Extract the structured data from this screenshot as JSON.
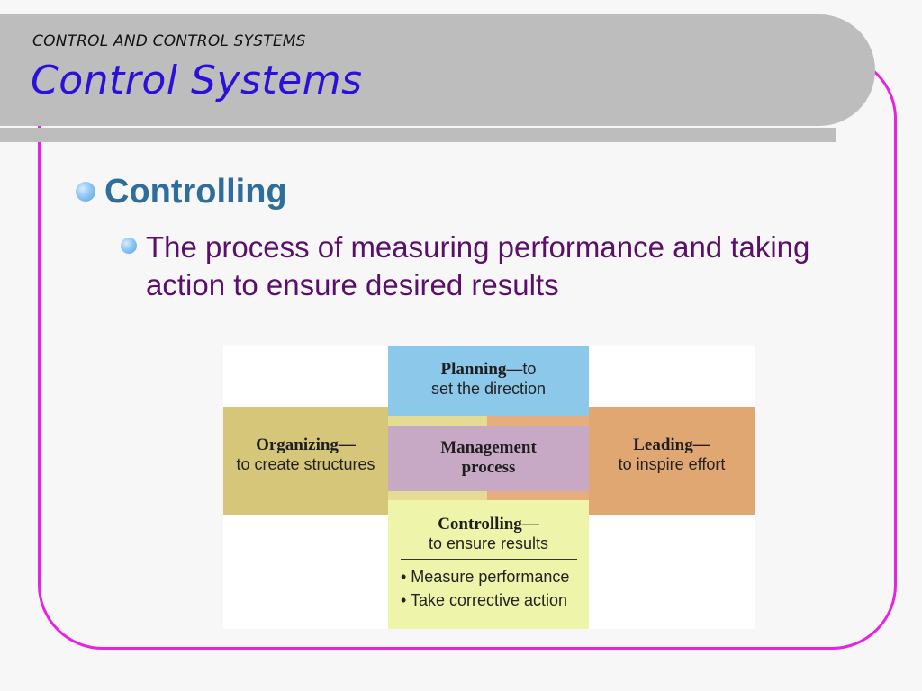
{
  "header": {
    "section_label": "CONTROL AND CONTROL SYSTEMS",
    "title": "Control Systems"
  },
  "bullets": [
    {
      "text": "Controlling"
    },
    {
      "text": "The process of measuring performance and taking action to ensure desired results"
    }
  ],
  "diagram": {
    "planning": {
      "head": "Planning",
      "sub": "—to",
      "line2": "set the direction"
    },
    "organizing": {
      "head": "Organizing—",
      "sub": "to create structures"
    },
    "leading": {
      "head": "Leading—",
      "sub": "to inspire effort"
    },
    "management": {
      "line1": "Management",
      "line2": "process"
    },
    "controlling": {
      "head": "Controlling—",
      "sub": "to ensure results",
      "actions": [
        "• Measure performance",
        "• Take corrective action"
      ]
    }
  },
  "colors": {
    "frame": "#e822e0",
    "banner": "#bdbdbd",
    "title": "#2a10d8",
    "bullet1": "#2f6e9b",
    "bullet2": "#5a0f6a",
    "planning": "#8cc8e9",
    "organizing": "#d5c679",
    "leading": "#e0a773",
    "management": "#c7a9c6",
    "controlling": "#eef5aa"
  }
}
